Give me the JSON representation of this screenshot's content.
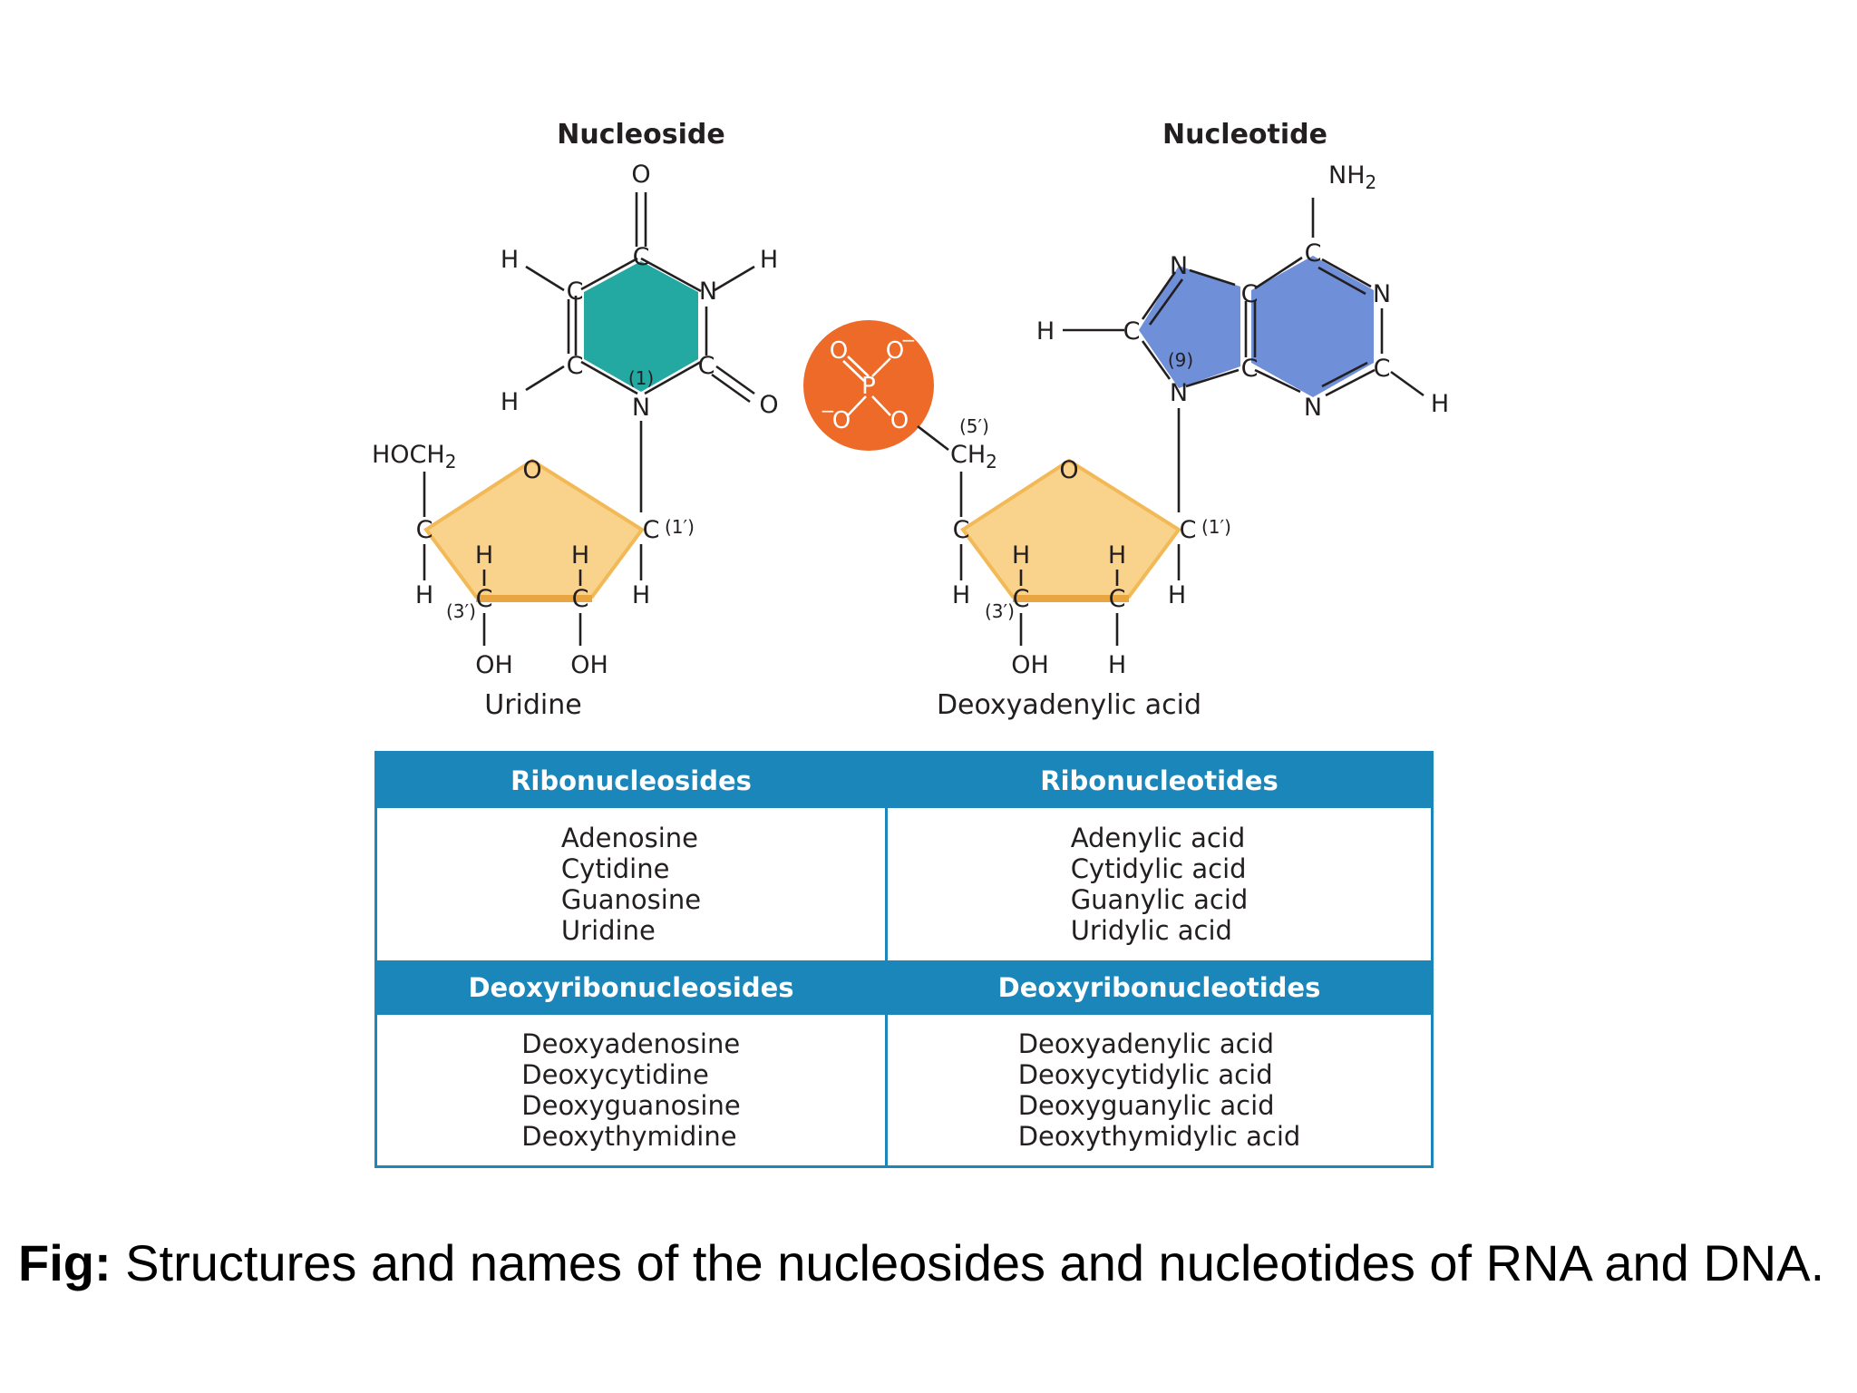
{
  "nucleoside": {
    "title": "Nucleoside",
    "name": "Uridine",
    "atoms": {
      "o_top": "O",
      "c": "C",
      "n": "N",
      "h": "H",
      "o_ring": "O",
      "o_carbonyl": "O",
      "n1_pos": "(1)",
      "hoch2": "HOCH",
      "sub2": "2",
      "c1_pos": "(1′)",
      "c3_pos": "(3′)",
      "oh": "OH"
    }
  },
  "nucleotide": {
    "title": "Nucleotide",
    "name": "Deoxyadenylic acid",
    "atoms": {
      "nh2": "NH",
      "sub2": "2",
      "c": "C",
      "n": "N",
      "h": "H",
      "o": "O",
      "n9_pos": "(9)",
      "c5_pos": "(5′)",
      "ch2": "CH",
      "c1_pos": "(1′)",
      "c3_pos": "(3′)",
      "oh": "OH",
      "phosphate_p": "P",
      "phosphate_o": "O",
      "minus": "−"
    }
  },
  "table": {
    "ribonucleosides": {
      "header": "Ribonucleosides",
      "items": [
        "Adenosine",
        "Cytidine",
        "Guanosine",
        "Uridine"
      ]
    },
    "ribonucleotides": {
      "header": "Ribonucleotides",
      "items": [
        "Adenylic acid",
        "Cytidylic acid",
        "Guanylic acid",
        "Uridylic acid"
      ]
    },
    "deoxyribonucleosides": {
      "header": "Deoxyribonucleosides",
      "items": [
        "Deoxyadenosine",
        "Deoxycytidine",
        "Deoxyguanosine",
        "Deoxythymidine"
      ]
    },
    "deoxyribonucleotides": {
      "header": "Deoxyribonucleotides",
      "items": [
        "Deoxyadenylic acid",
        "Deoxycytidylic acid",
        "Deoxyguanylic acid",
        "Deoxythymidylic acid"
      ]
    }
  },
  "caption": {
    "prefix": "Fig:",
    "text": " Structures and names of the nucleosides and nucleotides of RNA and DNA."
  },
  "colors": {
    "table_blue": "#1a86b9",
    "uracil_teal": "#23a9a2",
    "adenine_blue": "#6f8fd8",
    "sugar_yellow": "#f9d28c",
    "phosphate_orange": "#ee6a28"
  }
}
